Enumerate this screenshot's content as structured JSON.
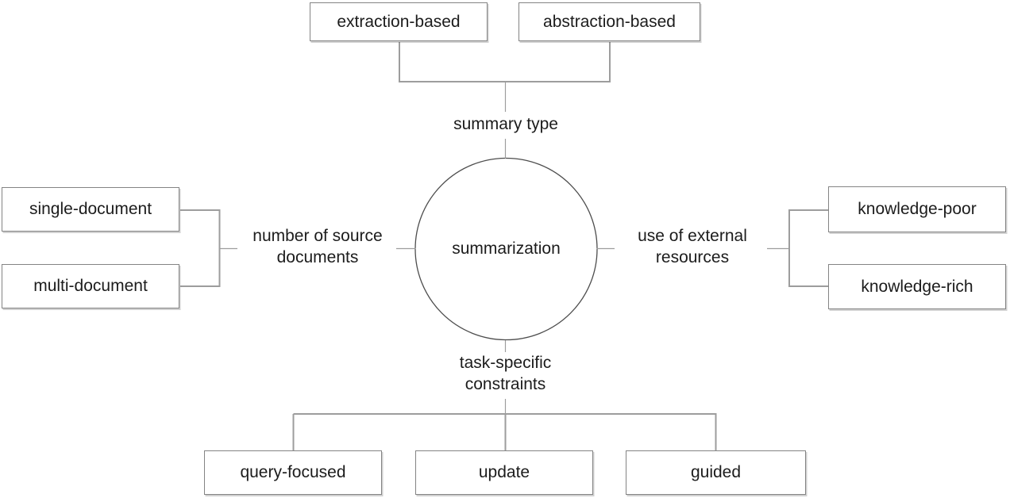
{
  "diagram": {
    "center_node": {
      "label": "summarization"
    },
    "branches": {
      "top": {
        "label": "summary type",
        "children": [
          {
            "label": "extraction-based"
          },
          {
            "label": "abstraction-based"
          }
        ]
      },
      "left": {
        "label_lines": [
          "number of source",
          "documents"
        ],
        "children": [
          {
            "label": "single-document"
          },
          {
            "label": "multi-document"
          }
        ]
      },
      "right": {
        "label_lines": [
          "use of external",
          "resources"
        ],
        "children": [
          {
            "label": "knowledge-poor"
          },
          {
            "label": "knowledge-rich"
          }
        ]
      },
      "bottom": {
        "label_lines": [
          "task-specific",
          "constraints"
        ],
        "children": [
          {
            "label": "query-focused"
          },
          {
            "label": "update"
          },
          {
            "label": "guided"
          }
        ]
      }
    },
    "colors": {
      "background": "#ffffff",
      "connector_line": "#9d9d9d",
      "box_border": "#848484",
      "circle_stroke": "#4d4d4d",
      "text": "#1c1c1c"
    }
  }
}
